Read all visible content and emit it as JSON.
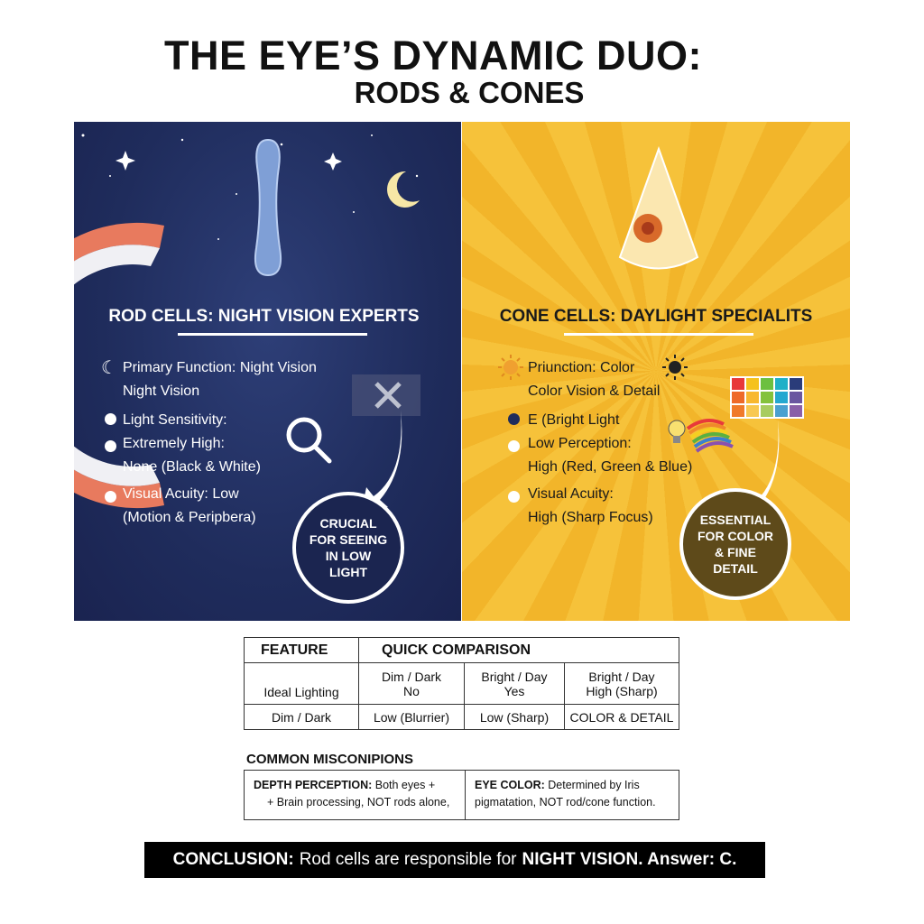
{
  "title": "THE EYE’S DYNAMIC DUO:",
  "subtitle": "RODS & CONES",
  "rods": {
    "heading": "ROD CELLS: NIGHT VISION EXPERTS",
    "lines": [
      "Primary Function: Night Vision",
      "Night Vision",
      "Light Sensitivity:",
      "Extremely High:",
      "None (Black & White)",
      "Visual Acuity: Low",
      "(Motion & Peripbera)"
    ],
    "callout": "CRUCIAL FOR SEEING IN LOW LIGHT",
    "color": "#1f2c5c"
  },
  "cones": {
    "heading": "CONE CELLS: DAYLIGHT SPECIALITS",
    "lines": [
      "Priunction: Color",
      "Color Vision & Detail",
      "E (Bright Light",
      "Low Perception:",
      "High (Red, Green & Blue)",
      "Visual Acuity:",
      "High (Sharp Focus)"
    ],
    "callout": "ESSENTIAL FOR COLOR & FINE DETAIL",
    "color": "#f4bb30",
    "swatches": [
      "#e8383a",
      "#f5c21c",
      "#6cc040",
      "#1fb0c8",
      "#2a3c7a",
      "#ee6a2a",
      "#f8b830",
      "#84c23c",
      "#25a8d0",
      "#6a56a0",
      "#f07a2a",
      "#f8c850",
      "#a8cc60",
      "#4aa0d0",
      "#8a60a8"
    ]
  },
  "table": {
    "header": [
      "FEATURE",
      "QUICK COMPARISON"
    ],
    "rows": [
      [
        "Ideal Lighting",
        "Dim / Dark\nNo",
        "Bright / Day\nYes",
        "Bright / Day\nHigh (Sharp)"
      ],
      [
        "Dim / Dark",
        "Low (Blurrier)",
        "Low (Sharp)",
        "COLOR & DETAIL"
      ]
    ]
  },
  "misconceptions": {
    "heading": "COMMON MISCONIPIONS",
    "items": [
      {
        "label": "DEPTH PERCEPTION:",
        "text": "Both eyes +",
        "text2": "+ Brain processing, NOT rods alone,"
      },
      {
        "label": "EYE COLOR:",
        "text": "Determined by Iris",
        "text2": "pigmatation, NOT rod/cone function."
      }
    ]
  },
  "conclusion": {
    "label": "CONCLUSION:",
    "text": "Rod cells are responsible for",
    "highlight": "NIGHT VISION. Answer: C."
  }
}
